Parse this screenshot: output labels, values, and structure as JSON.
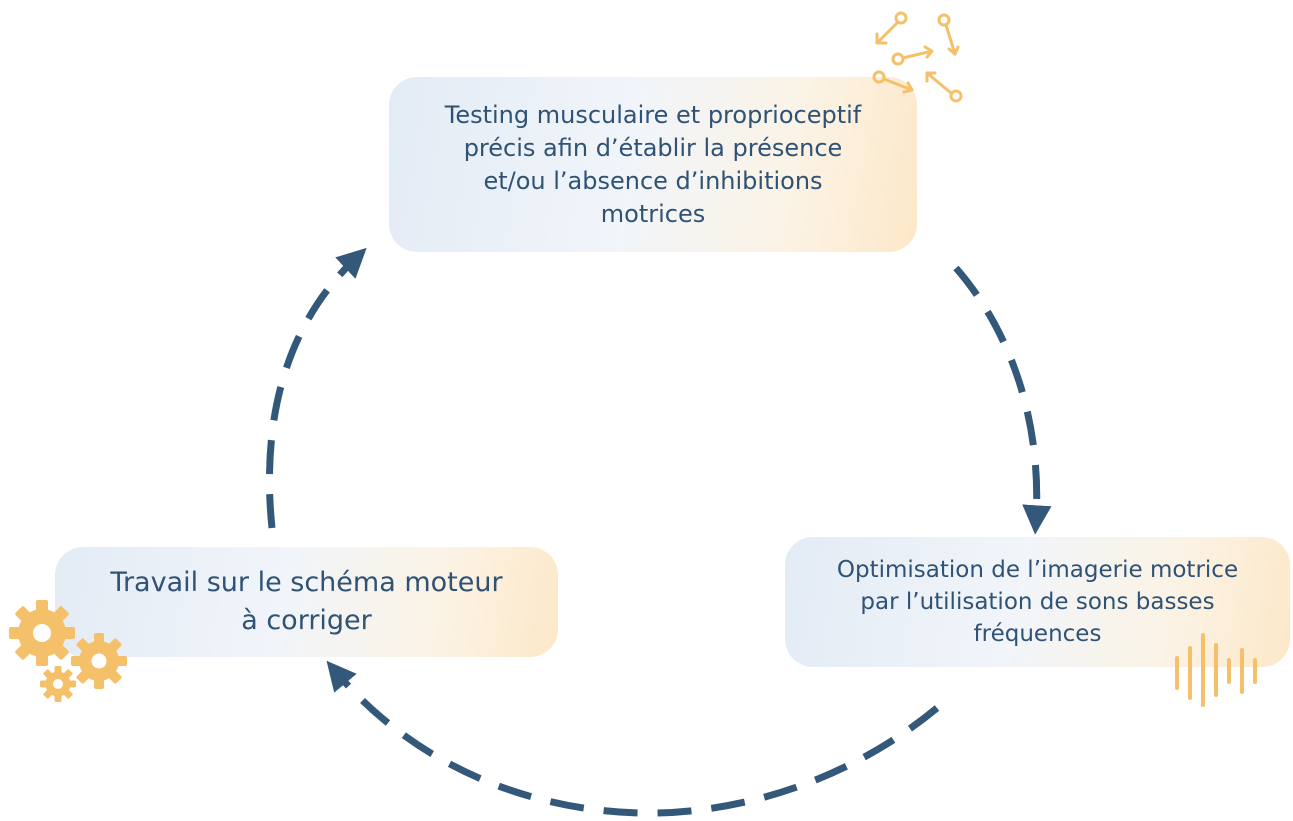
{
  "diagram": {
    "type": "cycle",
    "arrow_color": "#34587a",
    "accent_color": "#f5c06a",
    "text_color": "#2f5275",
    "steps": [
      {
        "id": "top",
        "text": "Testing musculaire et proprioceptif\nprécis afin d’établir la présence\net/ou l’absence d’inhibitions\nmotrices",
        "icon": "network-arrows-icon"
      },
      {
        "id": "right",
        "text": "Optimisation de l’imagerie motrice\npar l’utilisation de sons basses\nfréquences",
        "icon": "soundwave-icon"
      },
      {
        "id": "left",
        "text": "Travail sur le schéma moteur\nà corriger",
        "icon": "gears-icon"
      }
    ]
  }
}
